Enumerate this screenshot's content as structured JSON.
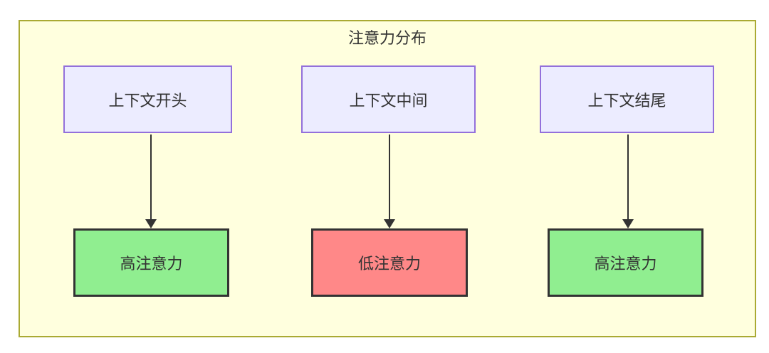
{
  "diagram": {
    "title": "注意力分布",
    "columns": [
      {
        "source": "上下文开头",
        "result": "高注意力",
        "result_level": "high"
      },
      {
        "source": "上下文中间",
        "result": "低注意力",
        "result_level": "low"
      },
      {
        "source": "上下文结尾",
        "result": "高注意力",
        "result_level": "high"
      }
    ],
    "colors": {
      "canvas_fill": "#ffffde",
      "canvas_border": "#aaaa33",
      "source_fill": "#ececff",
      "source_border": "#9370db",
      "high_fill": "#90ee90",
      "low_fill": "#ff8888",
      "result_border": "#333333",
      "arrow": "#333333",
      "text": "#333333"
    }
  }
}
